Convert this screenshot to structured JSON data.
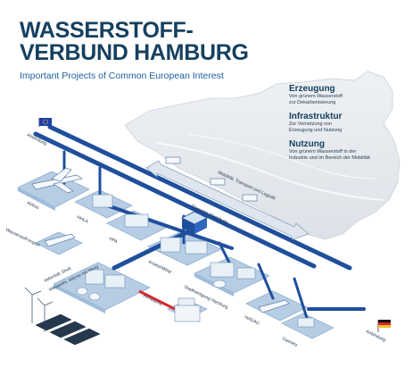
{
  "header": {
    "title_line1": "WASSERSTOFF-",
    "title_line2": "VERBUND HAMBURG",
    "subtitle": "Important Projects of Common European Interest"
  },
  "legend": [
    {
      "heading": "Erzeugung",
      "desc_line1": "Von grünem Wasserstoff",
      "desc_line2": "zur Dekarbonisierung"
    },
    {
      "heading": "Infrastruktur",
      "desc_line1": "Zur Vernetzung von",
      "desc_line2": "Erzeugung und Nutzung"
    },
    {
      "heading": "Nutzung",
      "desc_line1": "Von grünem Wasserstoff in der",
      "desc_line2": "Industrie und im Bereich der Mobilität"
    }
  ],
  "labels": {
    "anbindung_eu": "Anbindung",
    "anbindung_de": "Anbindung",
    "mobilitaet": "Mobilität, Transport und Logistik",
    "gasnetz": "Gasnetz Hamburg",
    "airbus": "Airbus",
    "hhla": "HHLA",
    "hpa": "HPA",
    "wasserstoff_import": "Wasserstoff-Import",
    "arcelormittal": "ArcelorMittal",
    "stadtreinigung": "Stadtreinigung Hamburg",
    "hadag": "HADAG",
    "gasnetz_short": "Gasnetz",
    "elektrolyseur_line1": "Vattenfall, Shell,",
    "elektrolyseur_line2": "Mitsubishi, Wärme Hamburg",
    "fernwaerme": "Fernwärme"
  },
  "colors": {
    "title": "#16405f",
    "subtitle": "#1d5fa0",
    "pipeline": "#1f4f9c",
    "red_pipeline": "#d8282f",
    "map": "#e7eaee",
    "platform": "#b7cde4",
    "eu_flag": "#1d3fa8"
  },
  "icons": [
    "eu-flag-icon",
    "german-flag-icon",
    "airplane-icon",
    "truck-icon",
    "ship-icon",
    "wind-turbine-icon",
    "solar-panel-icon",
    "factory-icon",
    "crane-icon",
    "train-icon"
  ]
}
